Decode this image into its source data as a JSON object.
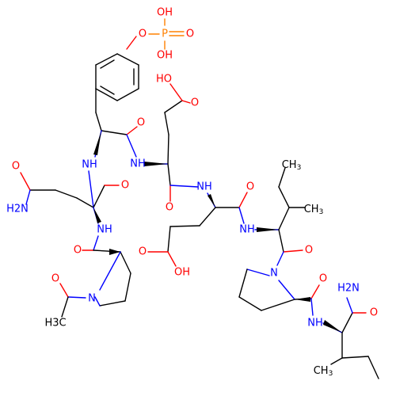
{
  "diagram": {
    "colors": {
      "bond": "#000000",
      "oxygen": "#ff0000",
      "nitrogen": "#0000ff",
      "phosphorus": "#ff8000"
    },
    "atom_labels": {
      "oh_p1": "OH",
      "p": "P",
      "o_p_double": "O",
      "oh_p2": "OH",
      "o_phenyl_ether": "O",
      "ho_glu1": "HO",
      "o_glu1_carbonyl": "O",
      "o_tyr_carbonyl": "O",
      "nh_tyr": "NH",
      "nh_glu1": "NH",
      "o_gln_side": "O",
      "o_gln_carbonyl": "O",
      "o_glu1_backbone": "O",
      "nh_glu2": "NH",
      "o_glu2_backbone": "O",
      "ch3_ile1_ethyl": "CH",
      "ch3_ile1_ethyl_sub": "3",
      "h2n_gln": "H2N",
      "ch3_ile1_methyl": "CH",
      "ch3_ile1_methyl_sub": "3",
      "nh_gln": "NH",
      "nh_ile1": "NH",
      "o_glu2_side": "O",
      "oh_glu2": "OH",
      "o_pro1_carbonyl": "O",
      "o_ile1_carbonyl": "O",
      "n_pro2": "N",
      "o_pro2_carbonyl": "O",
      "o_acetyl": "O",
      "n_pro1": "N",
      "h2n_amide": "H2N",
      "o_amide": "O",
      "nh_ile2": "NH",
      "h3c_acetyl": "H3C",
      "ch3_ile2_methyl": "CH",
      "ch3_ile2_methyl_sub": "3"
    }
  }
}
